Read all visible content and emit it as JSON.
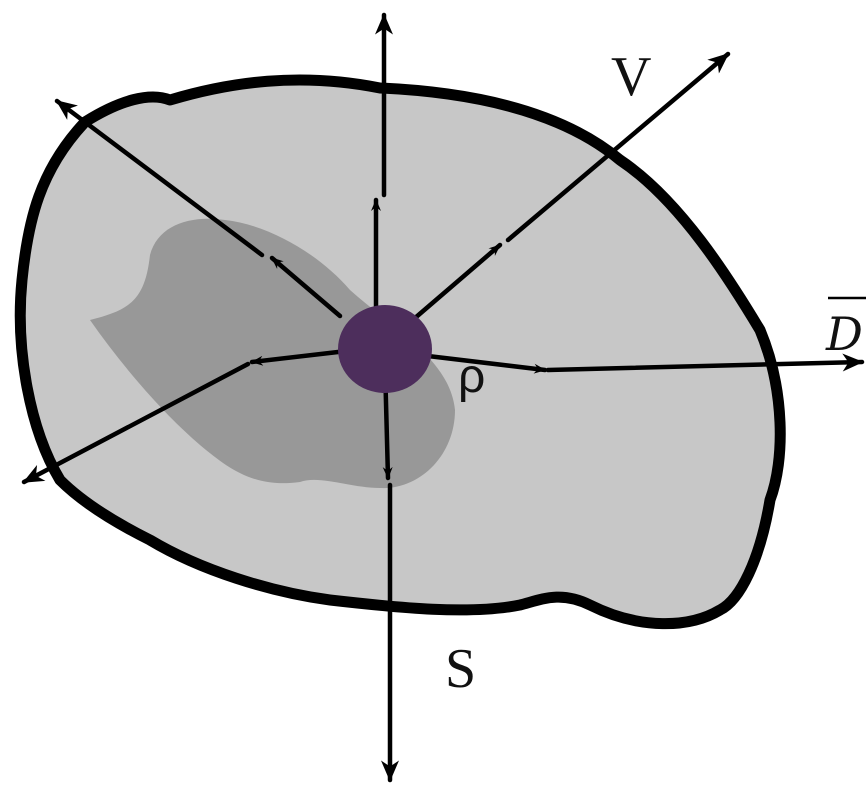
{
  "labels": {
    "v": "V",
    "d": "D",
    "s": "S",
    "rho": "ρ"
  },
  "colors": {
    "background": "#ffffff",
    "blob_fill": "#c7c7c7",
    "blob_outline": "#000000",
    "inner_shadow": "#8f8f8f",
    "source_dot": "#4d2e5c",
    "arrow": "#000000"
  }
}
